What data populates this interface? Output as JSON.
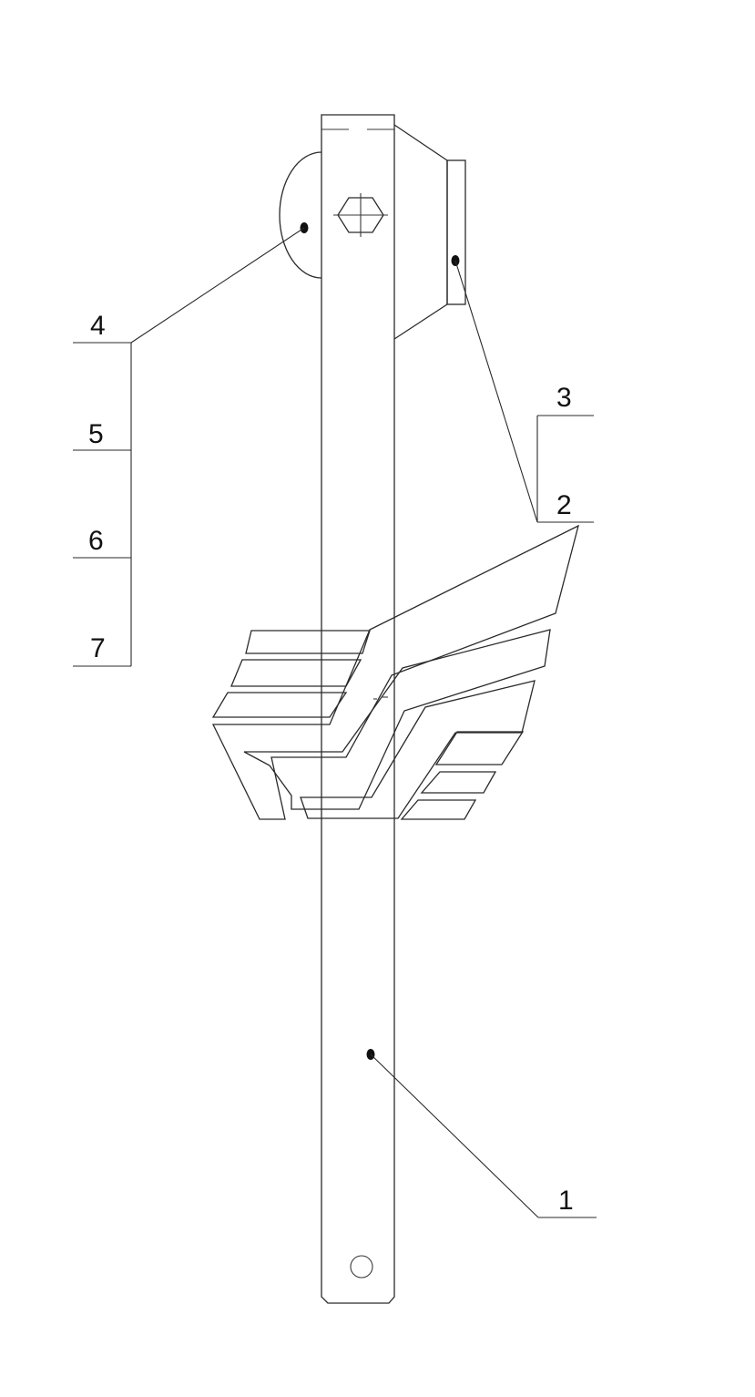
{
  "labels": {
    "p1": "1",
    "p2": "2",
    "p3": "3",
    "p4": "4",
    "p5": "5",
    "p6": "6",
    "p7": "7"
  },
  "colors": {
    "line": "#2a2a2a",
    "background": "#ffffff"
  }
}
